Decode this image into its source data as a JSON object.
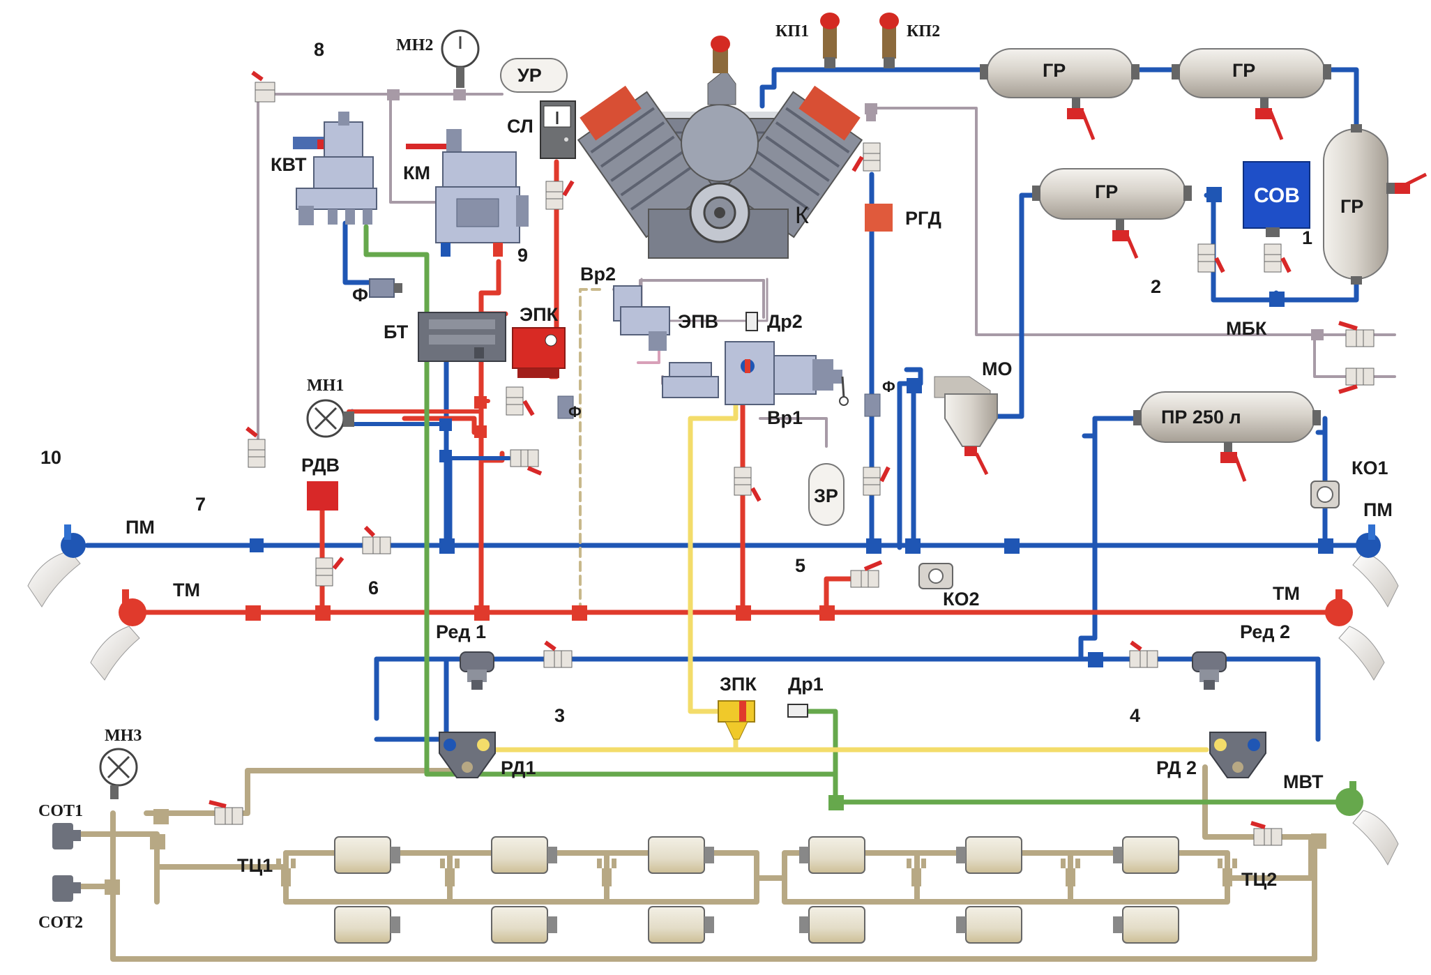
{
  "labels": {
    "mn2": "МН2",
    "ur": "УР",
    "kp1": "КП1",
    "kp2": "КП2",
    "kvt": "КВТ",
    "km": "КМ",
    "sl": "СЛ",
    "k": "К",
    "rgd": "РГД",
    "gr": "ГР",
    "sov": "СОВ",
    "mbk": "МБК",
    "mo": "МО",
    "pr250": "ПР 250 л",
    "ko1": "КО1",
    "ko2": "КО2",
    "bt": "БТ",
    "epk": "ЭПК",
    "epv": "ЭПВ",
    "vr1": "Вр1",
    "vr2": "Вр2",
    "dr1": "Др1",
    "dr2": "Др2",
    "zr": "ЗР",
    "mn1": "МН1",
    "rdv": "РДВ",
    "f": "Ф",
    "pm": "ПМ",
    "tm": "ТМ",
    "red1": "Ред 1",
    "red2": "Ред 2",
    "zpk": "ЗПК",
    "rd1": "РД1",
    "rd2": "РД 2",
    "mvt": "МВТ",
    "mn3": "МН3",
    "sot1": "СОТ1",
    "sot2": "СОТ2",
    "tc1": "ТЦ1",
    "tc2": "ТЦ2",
    "n1": "1",
    "n2": "2",
    "n3": "3",
    "n4": "4",
    "n5": "5",
    "n6": "6",
    "n7": "7",
    "n8": "8",
    "n9": "9",
    "n10": "10"
  },
  "colors": {
    "blue": "#1f56b4",
    "red": "#e03a2c",
    "yellow": "#f3dc6a",
    "green": "#66a84c",
    "tan": "#b7a884",
    "gray": "#a79aa6",
    "valve": "#d82828",
    "sov": "#1e4fc8",
    "epk": "#d82a24"
  }
}
